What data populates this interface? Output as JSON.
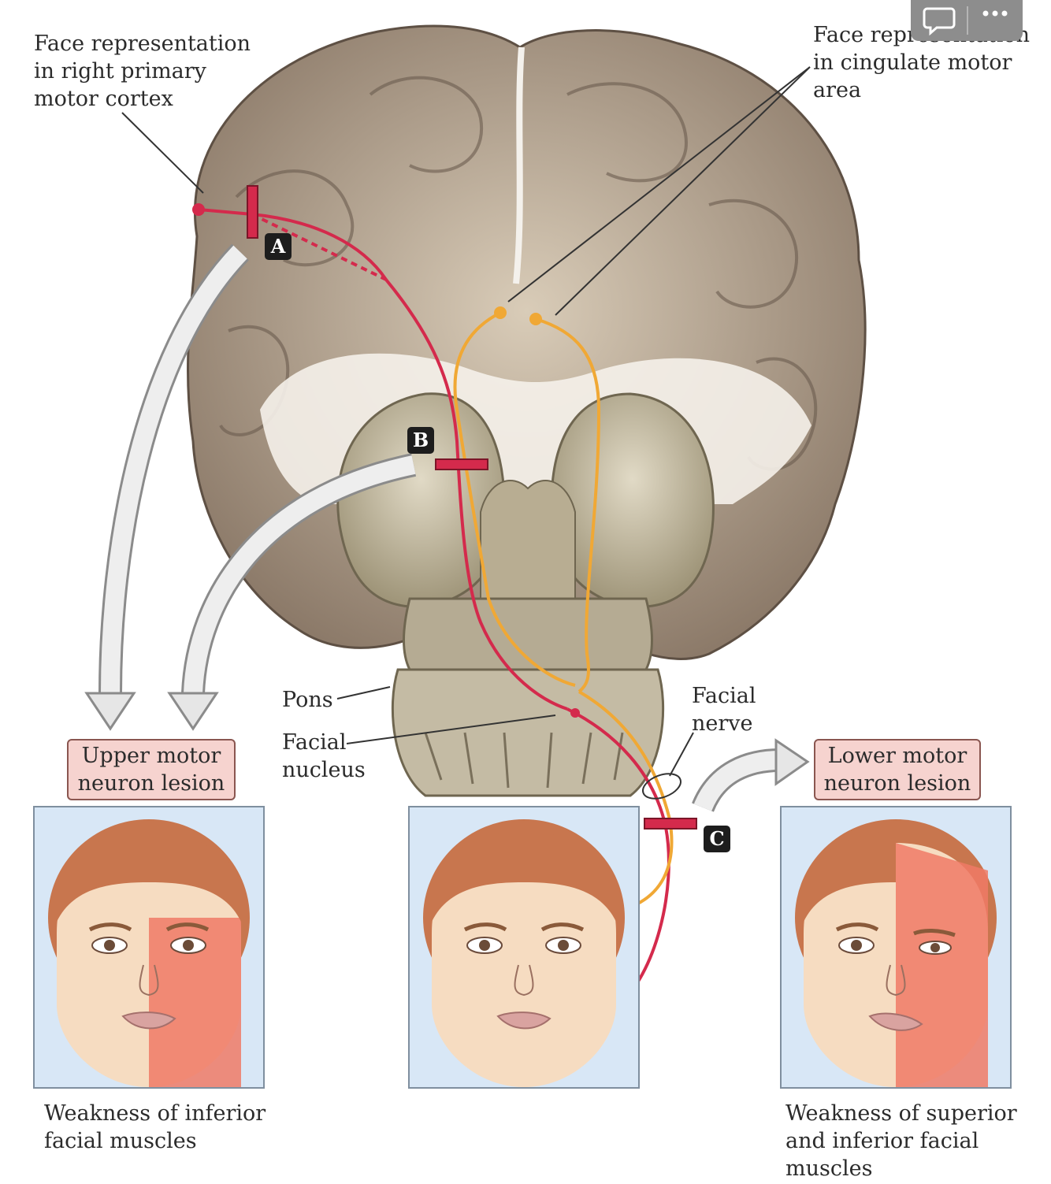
{
  "labels": {
    "face_rep_primary": [
      "Face representation",
      "in right primary",
      "motor cortex"
    ],
    "face_rep_cingulate": [
      "Face representation",
      "in cingulate motor",
      "area"
    ],
    "pons": "Pons",
    "facial_nucleus": [
      "Facial",
      "nucleus"
    ],
    "facial_nerve": [
      "Facial",
      "nerve"
    ],
    "upper_lesion": [
      "Upper motor",
      "neuron lesion"
    ],
    "lower_lesion": [
      "Lower motor",
      "neuron lesion"
    ],
    "weak_inferior": [
      "Weakness of inferior",
      "facial muscles"
    ],
    "weak_superior_inferior": [
      "Weakness of superior",
      "and inferior facial",
      "muscles"
    ]
  },
  "markers": {
    "a": "A",
    "b": "B",
    "c": "C"
  },
  "colors": {
    "red_pathway": "#d42a4c",
    "orange_pathway": "#f0a835",
    "lesion_box_fill": "#f6d3cf",
    "panel_bg": "#d8e7f6",
    "weakness_overlay": "#f07a66"
  },
  "toolbar": {
    "icons": [
      "comment-icon",
      "more-icon"
    ]
  }
}
